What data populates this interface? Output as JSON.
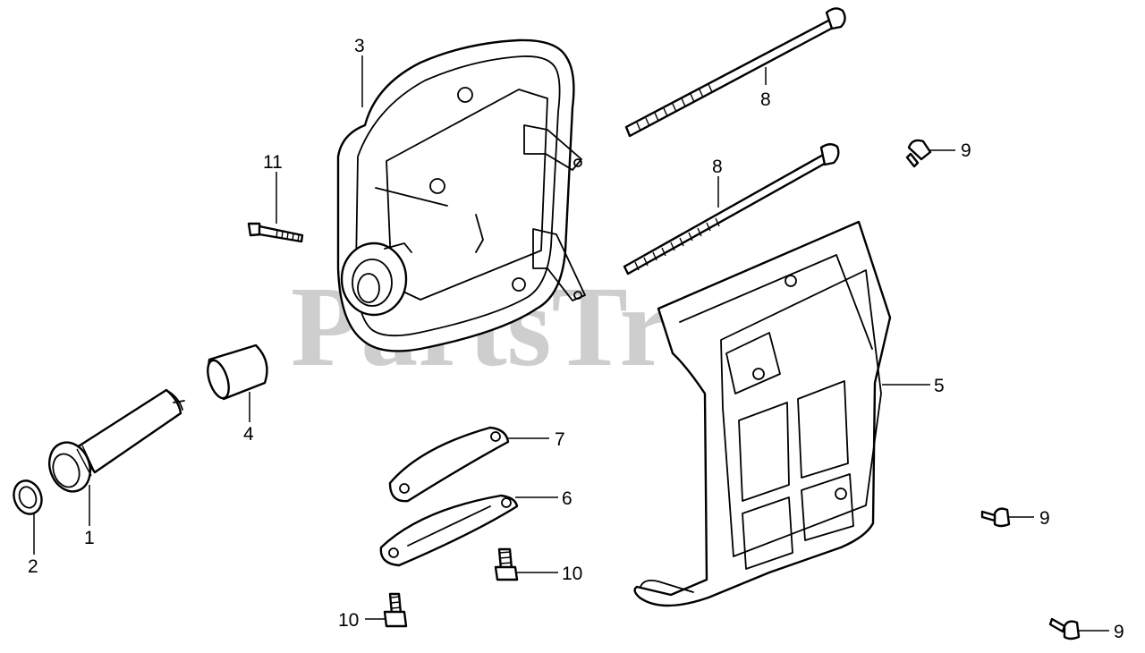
{
  "watermark": {
    "text": "PartsTree",
    "tm": "™"
  },
  "callouts": [
    {
      "id": "3",
      "label": "3"
    },
    {
      "id": "11",
      "label": "11"
    },
    {
      "id": "8a",
      "label": "8"
    },
    {
      "id": "8b",
      "label": "8"
    },
    {
      "id": "9a",
      "label": "9"
    },
    {
      "id": "5",
      "label": "5"
    },
    {
      "id": "4",
      "label": "4"
    },
    {
      "id": "7",
      "label": "7"
    },
    {
      "id": "6",
      "label": "6"
    },
    {
      "id": "1",
      "label": "1"
    },
    {
      "id": "2",
      "label": "2"
    },
    {
      "id": "10a",
      "label": "10"
    },
    {
      "id": "10b",
      "label": "10"
    },
    {
      "id": "9b",
      "label": "9"
    },
    {
      "id": "9c",
      "label": "9"
    }
  ]
}
